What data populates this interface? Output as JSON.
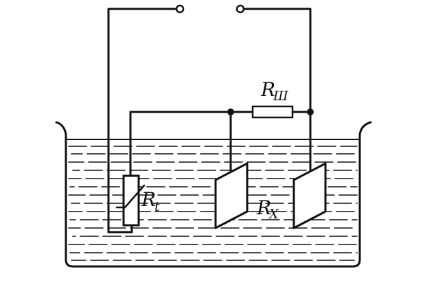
{
  "labels": {
    "shunt": {
      "main": "R",
      "sub": "Ш"
    },
    "thermistor": {
      "main": "R",
      "sub": "t"
    },
    "unknown": {
      "main": "R",
      "sub": "X"
    }
  },
  "colors": {
    "ink": "#111111",
    "background": "#ffffff"
  },
  "icons": {
    "thermistor": "thermistor-symbol",
    "electrode": "plate-electrode",
    "terminal": "open-circle-terminal",
    "junction": "filled-dot-junction"
  }
}
